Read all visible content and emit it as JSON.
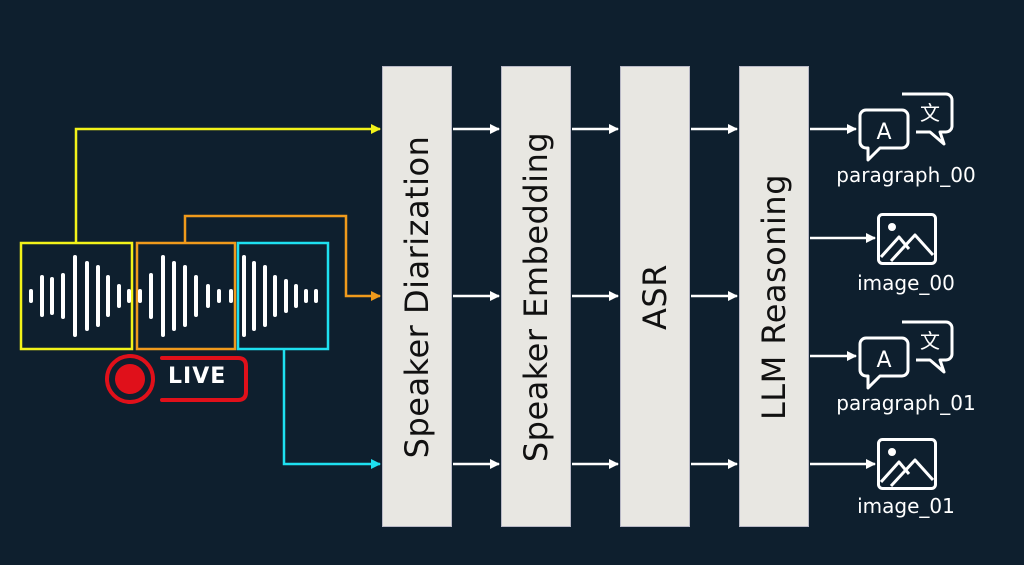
{
  "diagram": {
    "colors": {
      "background": "#0e1f2e",
      "segment_1": "#f2f21a",
      "segment_2": "#f09a1c",
      "segment_3": "#1ee0f0",
      "stage_fill": "#e8e7e2",
      "live_red": "#e0101a",
      "arrow": "#ffffff"
    },
    "input": {
      "live_badge": "LIVE",
      "segments": [
        {
          "id": "segment-1",
          "color": "#f2f21a",
          "routes_to": "stage-top"
        },
        {
          "id": "segment-2",
          "color": "#f09a1c",
          "routes_to": "stage-middle"
        },
        {
          "id": "segment-3",
          "color": "#1ee0f0",
          "routes_to": "stage-bottom"
        }
      ]
    },
    "stages": [
      {
        "label": "Speaker Diarization"
      },
      {
        "label": "Speaker Embedding"
      },
      {
        "label": "ASR"
      },
      {
        "label": "LLM Reasoning"
      }
    ],
    "outputs": [
      {
        "label": "paragraph_00",
        "icon": "translate-icon"
      },
      {
        "label": "image_00",
        "icon": "image-icon"
      },
      {
        "label": "paragraph_01",
        "icon": "translate-icon"
      },
      {
        "label": "image_01",
        "icon": "image-icon"
      }
    ]
  }
}
